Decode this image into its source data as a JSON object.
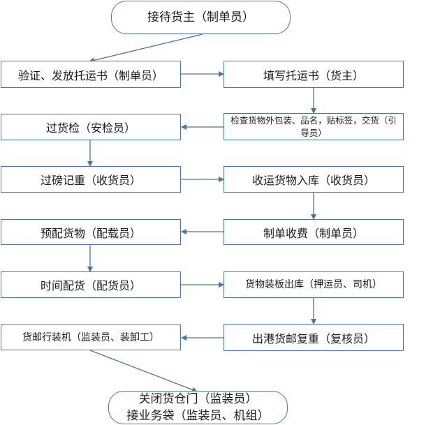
{
  "nodes": {
    "start": "接待货主（制单员）",
    "verify": "验证、发放托运书（制单员）",
    "fill": "填写托运书（货主）",
    "inspect": "检查货物外包装、品名，贴标签，交货（引导员）",
    "security": "过货检（安检员）",
    "weigh": "过磅记重（收货员）",
    "store": "收运货物入库（收货员）",
    "precfg": "预配货物（配载员）",
    "billing": "制单收费（制单员）",
    "timecfg": "时间配货（配货员）",
    "outbound": "货物装板出库（押运员、司机）",
    "load": "货邮行装机（监装员、装卸工）",
    "recheck": "出港货邮复重（复核员）",
    "end_line1": "关闭货仓门（监装员）",
    "end_line2": "接业务袋（监装员、机组）"
  },
  "colors": {
    "border": "#4a73a8",
    "arrow": "#4a73a8"
  }
}
